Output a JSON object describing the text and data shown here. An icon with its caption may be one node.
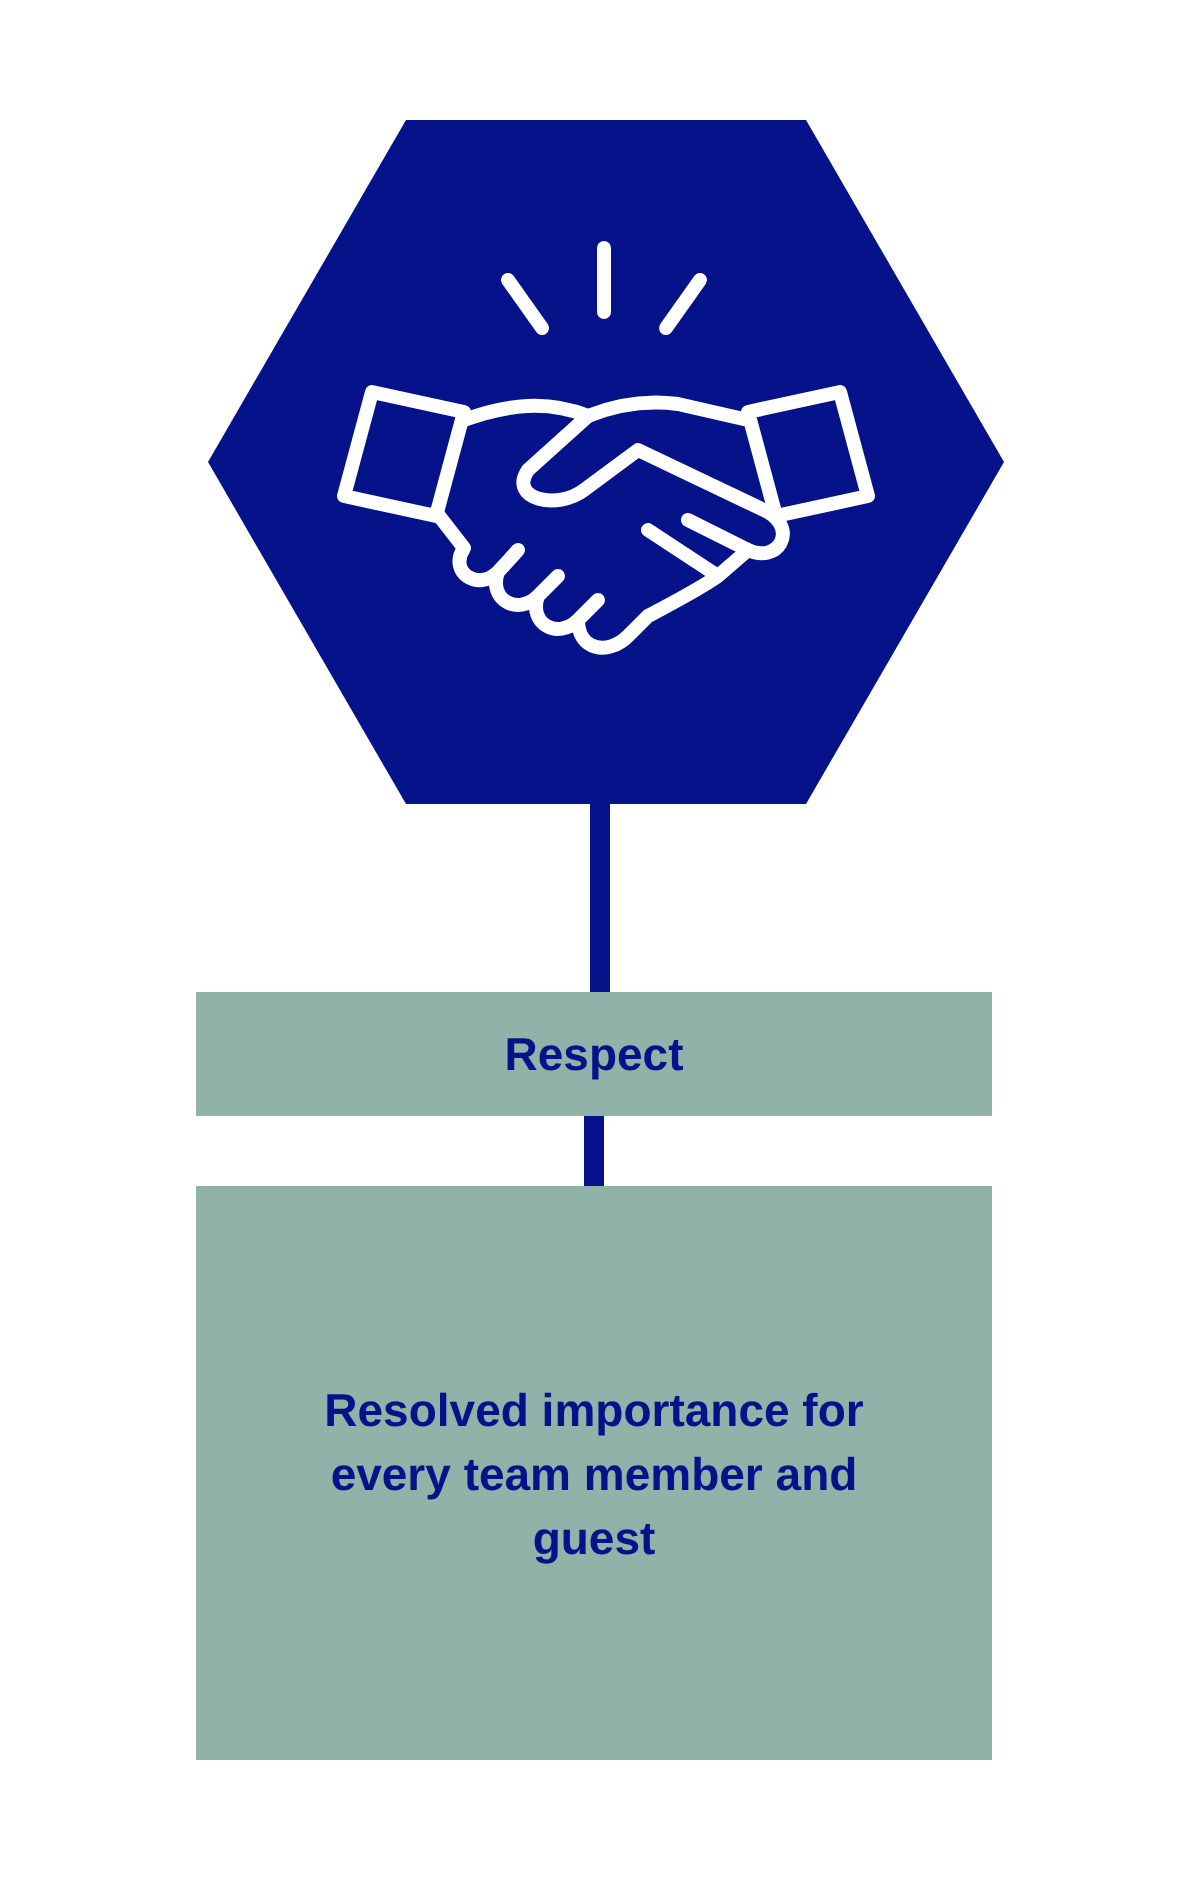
{
  "diagram": {
    "nodes": [
      {
        "text": [],
        "shape": "hexagon"
      },
      {
        "text": [
          "Respect"
        ]
      },
      {
        "text": [
          "Resolved importance for every team member and guest"
        ]
      }
    ],
    "edges": [
      {
        "from": 0,
        "to": 1,
        "arrow": "none"
      },
      {
        "from": 1,
        "to": 2,
        "arrow": "none"
      }
    ]
  }
}
